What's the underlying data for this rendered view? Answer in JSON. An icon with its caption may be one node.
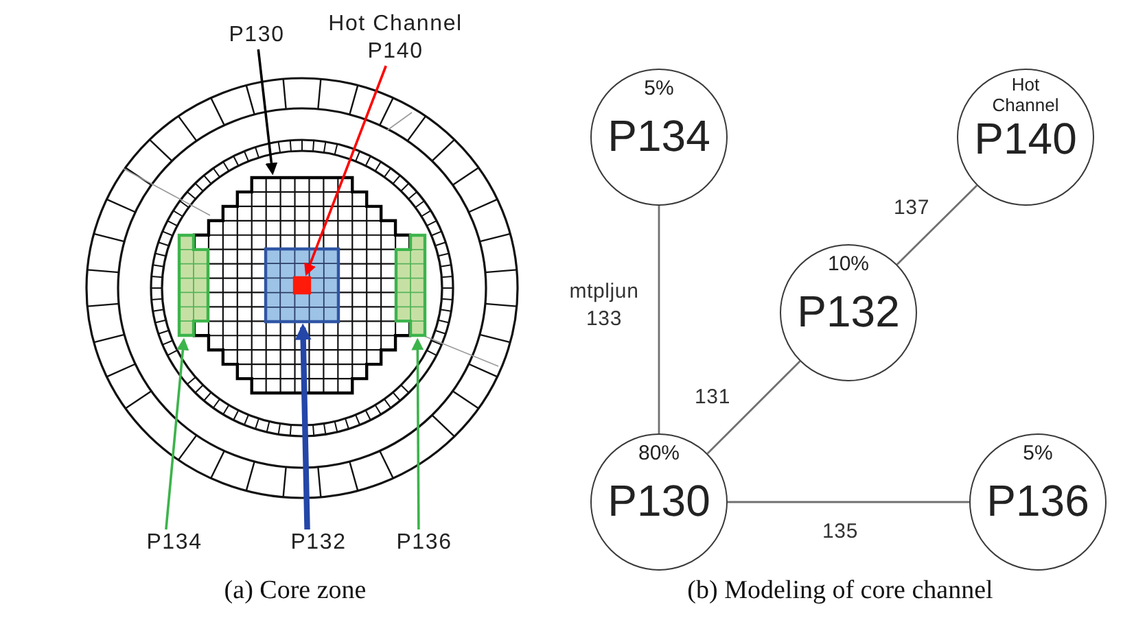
{
  "diagram": {
    "nodes": [
      {
        "text": [
          "P130"
        ]
      },
      {
        "text": [
          "Hot Channel P140"
        ]
      },
      {
        "text": [],
        "shape": "grid"
      },
      {
        "text": [],
        "shape": "box"
      },
      {
        "text": [],
        "shape": "box",
        "in": 2
      },
      {
        "text": [],
        "shape": "box",
        "in": 4
      },
      {
        "text": [],
        "shape": "box"
      },
      {
        "text": [
          "P134"
        ]
      },
      {
        "text": [
          "P132"
        ]
      },
      {
        "text": [
          "P136"
        ]
      },
      {
        "text": [
          "5%",
          "P134"
        ]
      },
      {
        "text": [
          "Hot Channel",
          "P140"
        ]
      },
      {
        "text": [
          "10%",
          "P132"
        ]
      },
      {
        "text": [
          "80%",
          "P130"
        ]
      },
      {
        "text": [
          "5%",
          "P136"
        ]
      }
    ],
    "edges": [
      {
        "from": 0,
        "to": 2,
        "arrow": "to",
        "color": "#000000"
      },
      {
        "from": 1,
        "to": 5,
        "arrow": "to",
        "color": "#ff0000"
      },
      {
        "from": 7,
        "to": 3,
        "arrow": "to",
        "color": "#3cb44b"
      },
      {
        "from": 8,
        "to": 4,
        "arrow": "to",
        "style": "thick",
        "color": "#2346a8"
      },
      {
        "from": 9,
        "to": 6,
        "arrow": "to",
        "color": "#3cb44b"
      },
      {
        "from": 10,
        "to": 13,
        "arrow": "none",
        "label": "mtpljun 133"
      },
      {
        "from": 11,
        "to": 12,
        "arrow": "none",
        "label": "137"
      },
      {
        "from": 12,
        "to": 13,
        "arrow": "none",
        "label": "131"
      },
      {
        "from": 13,
        "to": 14,
        "arrow": "none",
        "label": "135"
      }
    ],
    "labels": [
      "(a) Core zone",
      "(b) Modeling of core channel"
    ]
  }
}
